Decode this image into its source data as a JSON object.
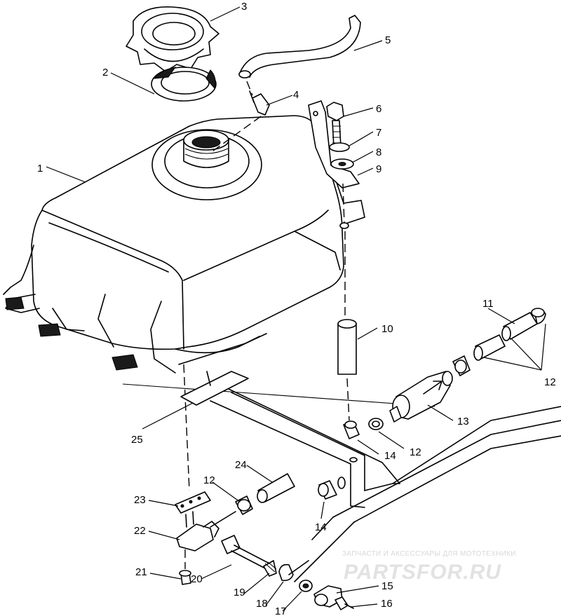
{
  "diagram": {
    "callouts": [
      {
        "id": "c1",
        "label": "1"
      },
      {
        "id": "c2",
        "label": "2"
      },
      {
        "id": "c3",
        "label": "3"
      },
      {
        "id": "c4",
        "label": "4"
      },
      {
        "id": "c5",
        "label": "5"
      },
      {
        "id": "c6",
        "label": "6"
      },
      {
        "id": "c7",
        "label": "7"
      },
      {
        "id": "c8",
        "label": "8"
      },
      {
        "id": "c9",
        "label": "9"
      },
      {
        "id": "c10",
        "label": "10"
      },
      {
        "id": "c11",
        "label": "11"
      },
      {
        "id": "c12a",
        "label": "12"
      },
      {
        "id": "c12b",
        "label": "12"
      },
      {
        "id": "c12c",
        "label": "12"
      },
      {
        "id": "c13",
        "label": "13"
      },
      {
        "id": "c14a",
        "label": "14"
      },
      {
        "id": "c14b",
        "label": "14"
      },
      {
        "id": "c15",
        "label": "15"
      },
      {
        "id": "c16",
        "label": "16"
      },
      {
        "id": "c17",
        "label": "17"
      },
      {
        "id": "c18",
        "label": "18"
      },
      {
        "id": "c19",
        "label": "19"
      },
      {
        "id": "c20",
        "label": "20"
      },
      {
        "id": "c21",
        "label": "21"
      },
      {
        "id": "c22",
        "label": "22"
      },
      {
        "id": "c23",
        "label": "23"
      },
      {
        "id": "c24",
        "label": "24"
      },
      {
        "id": "c25",
        "label": "25"
      }
    ]
  },
  "watermark": {
    "tagline": "ЗАПЧАСТИ И АКСЕССУАРЫ ДЛЯ МОТОТЕХНИКИ",
    "logo": "PARTSFOR.RU",
    "color": "#dddddd"
  }
}
